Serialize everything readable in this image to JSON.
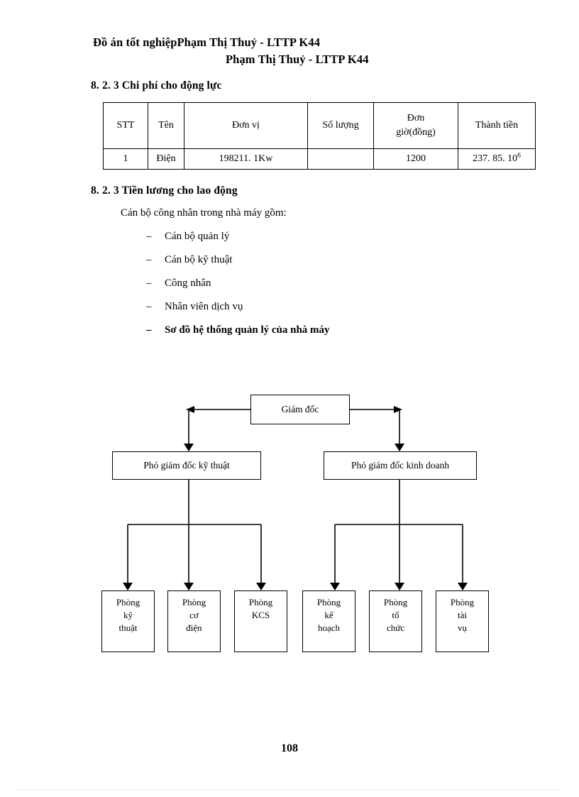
{
  "header": {
    "line1": "Đồ án tốt nghiệpPhạm Thị Thuỷ - LTTP K44",
    "line2": "Phạm Thị Thuỷ - LTTP K44"
  },
  "sections": {
    "power_cost_heading": "8. 2. 3 Chi phí cho động lực",
    "wages_heading": "8. 2. 3 Tiền lương cho lao động"
  },
  "cost_table": {
    "columns": [
      "STT",
      "Tên",
      "Đơn vị",
      "Số lượng",
      "Đơn giờ(đồng)",
      "Thành tiền"
    ],
    "header_dg_line1": "Đơn",
    "header_dg_line2": "giờ(đồng)",
    "rows": [
      {
        "stt": "1",
        "ten": "Điện",
        "don_vi": "198211. 1Kw",
        "so_luong": "",
        "don_gia": "1200",
        "thanh_tien_base": "237. 85. 10",
        "thanh_tien_exp": "6"
      }
    ]
  },
  "intro_line": "Cán bộ công nhân trong nhà máy gồm:",
  "dash_list": [
    {
      "dash": "–",
      "text": "Cán bộ quản lý",
      "bold": false
    },
    {
      "dash": "–",
      "text": "Cán bộ kỹ thuật",
      "bold": false
    },
    {
      "dash": "–",
      "text": "Công nhân",
      "bold": false
    },
    {
      "dash": "–",
      "text": "Nhân viên dịch vụ",
      "bold": false
    },
    {
      "dash": "–",
      "text": "Sơ đồ hệ thống quản lý của nhà máy",
      "bold": true
    }
  ],
  "org_chart": {
    "director": "Giám đốc",
    "vp_technical": "Phó giám đốc kỹ thuật",
    "vp_business": "Phó giám đốc kinh doanh",
    "departments": [
      {
        "line1": "Phòng",
        "line2": "kỹ",
        "line3": "thuật"
      },
      {
        "line1": "Phòng",
        "line2": "cơ",
        "line3": "điện"
      },
      {
        "line1": "Phòng",
        "line2": "KCS",
        "line3": ""
      },
      {
        "line1": "Phòng",
        "line2": "kế",
        "line3": "hoạch"
      },
      {
        "line1": "Phòng",
        "line2": "tổ",
        "line3": "chức"
      },
      {
        "line1": "Phòng",
        "line2": "tài",
        "line3": "vụ"
      }
    ]
  },
  "page_number": "108"
}
